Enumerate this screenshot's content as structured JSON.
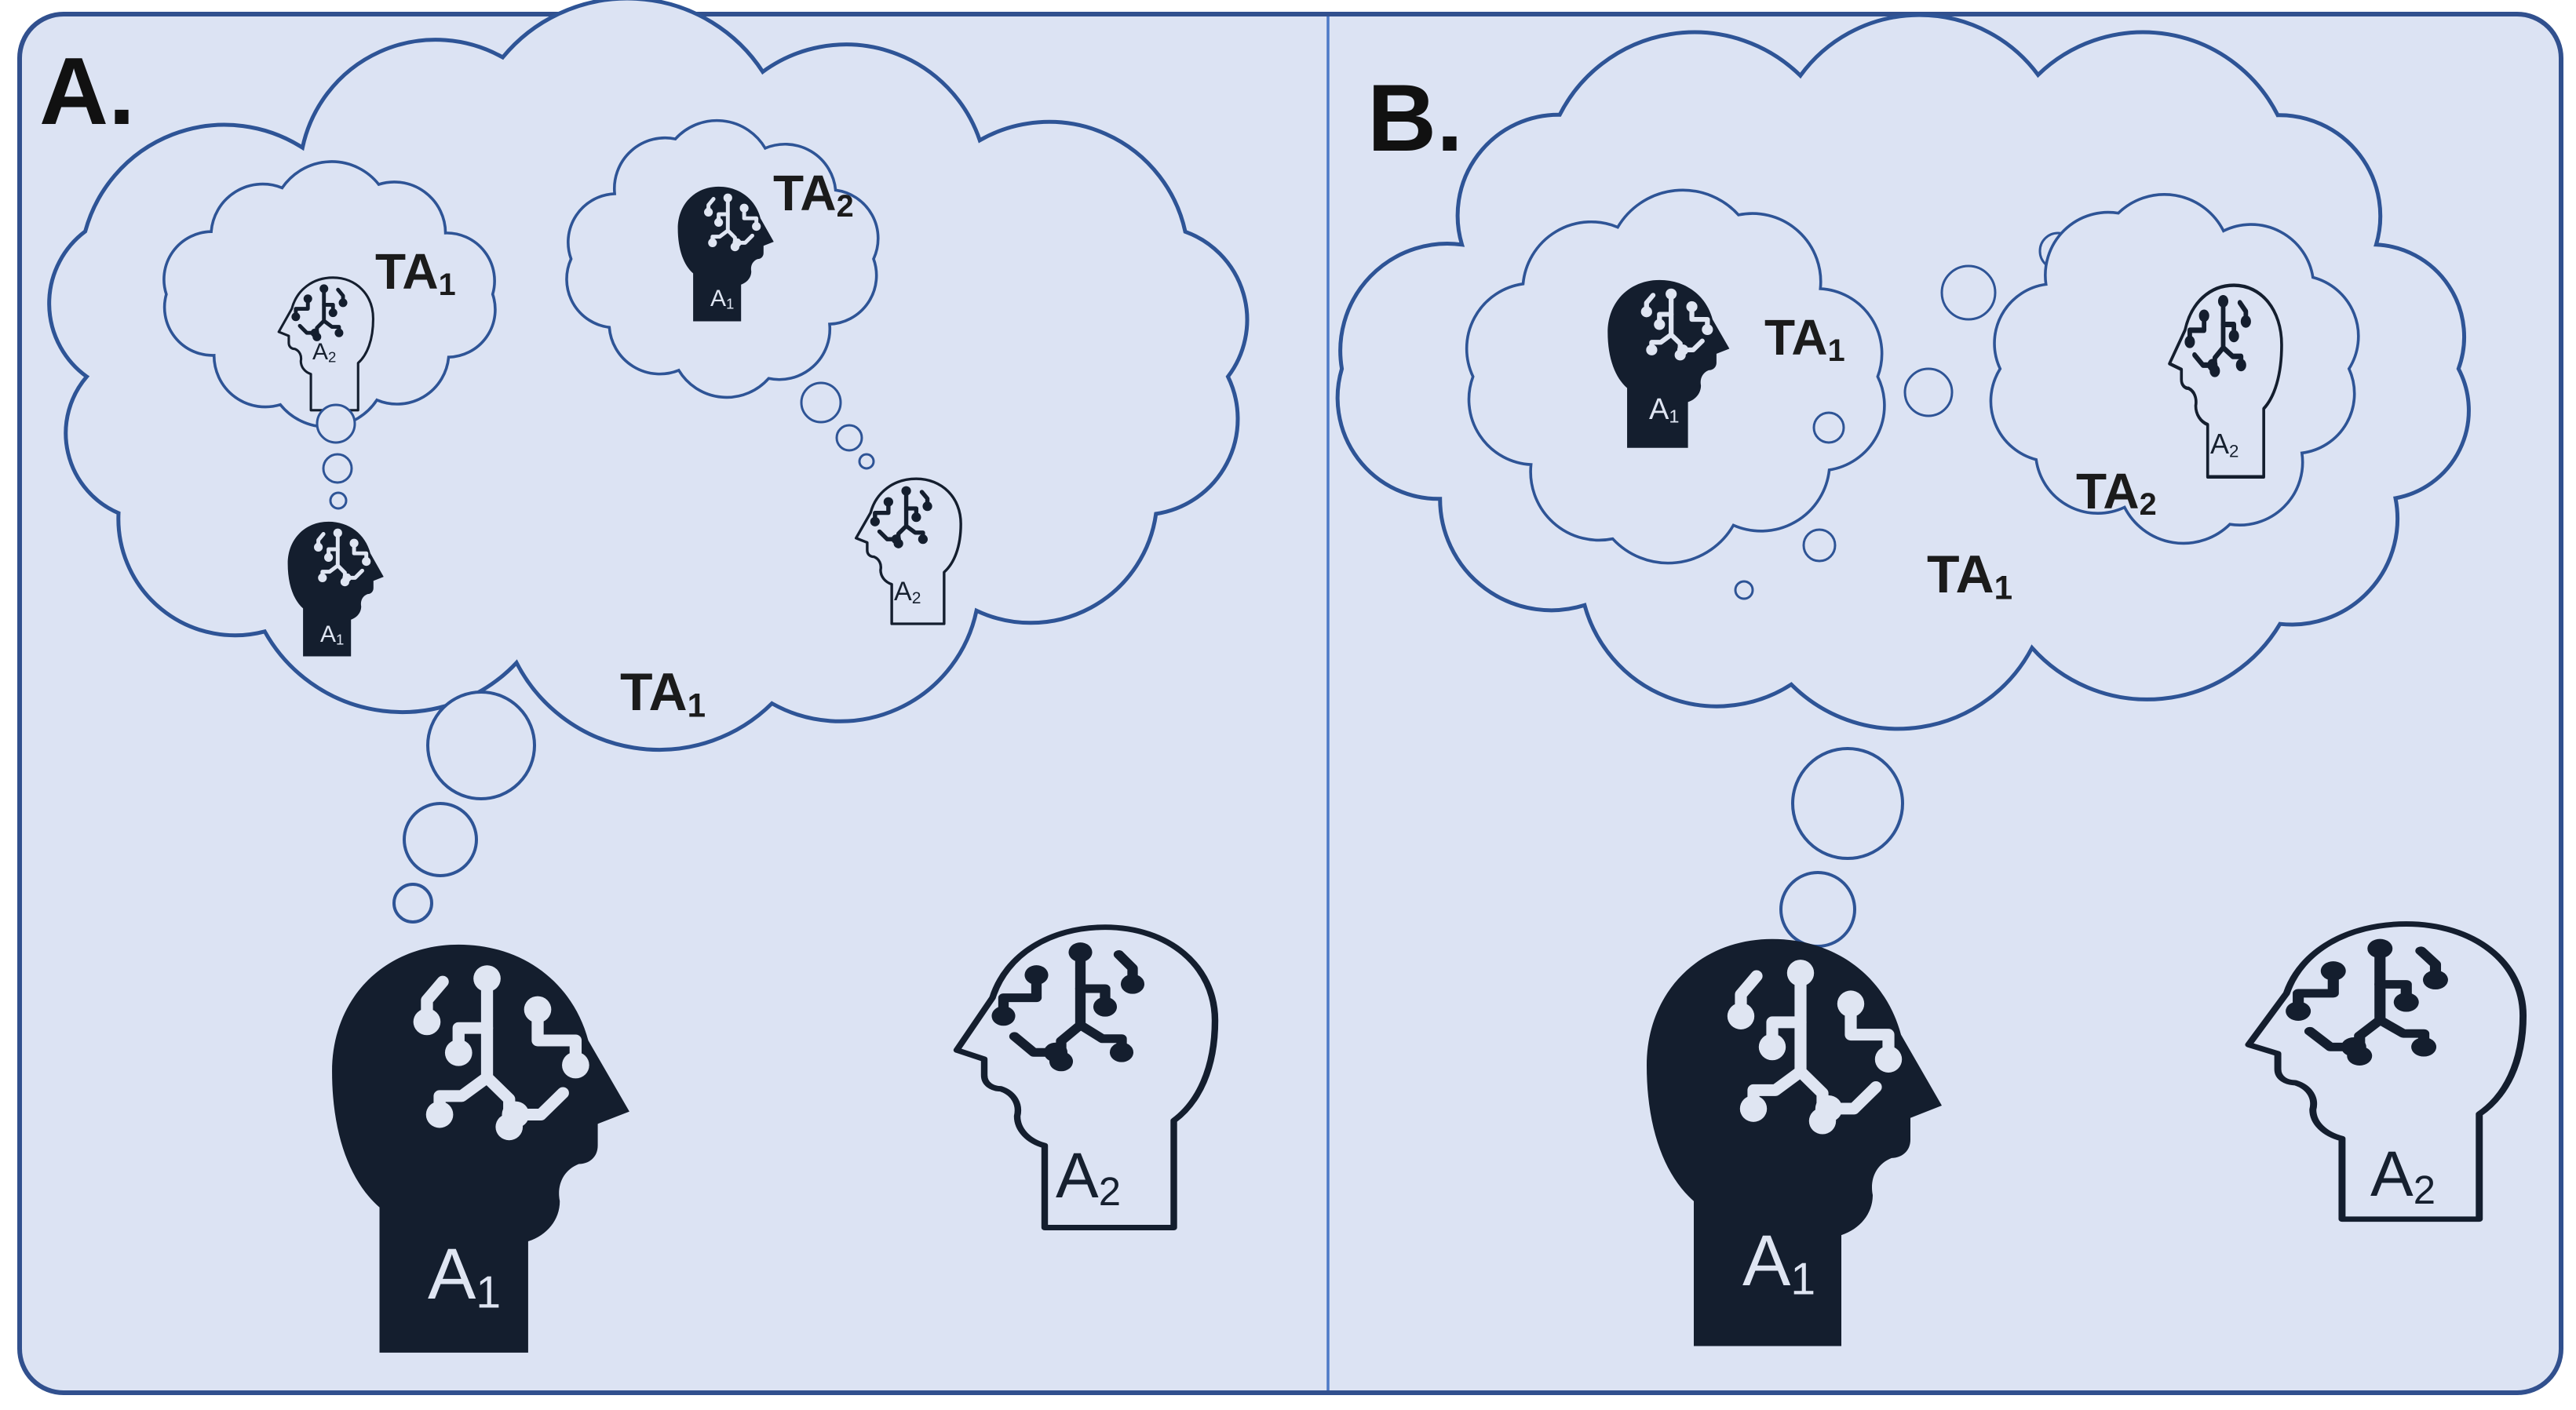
{
  "figure": {
    "colors": {
      "page_background": "#ffffff",
      "panel_fill": "#dce3f3",
      "panel_border": "#31508e",
      "divider": "#4d79c7",
      "cloud_stroke": "#2e5496",
      "head_dark_fill": "#141e2e",
      "light_line": "#dfe5f2",
      "label_text": "#1b1b1b"
    }
  },
  "panel_a": {
    "title": "A.",
    "outer_cloud_label": {
      "base": "TA",
      "sub": "1"
    },
    "nested_left": {
      "cloud_label": {
        "base": "TA",
        "sub": "1"
      },
      "inner_head_label": {
        "base": "A",
        "sub": "2"
      },
      "thinker_head_label": {
        "base": "A",
        "sub": "1"
      }
    },
    "nested_right": {
      "cloud_label": {
        "base": "TA",
        "sub": "2"
      },
      "inner_head_label": {
        "base": "A",
        "sub": "1"
      },
      "thinker_head_label": {
        "base": "A",
        "sub": "2"
      }
    },
    "agent_left_label": {
      "base": "A",
      "sub": "1"
    },
    "agent_right_label": {
      "base": "A",
      "sub": "2"
    }
  },
  "panel_b": {
    "title": "B.",
    "outer_cloud_label": {
      "base": "TA",
      "sub": "1"
    },
    "nested_left": {
      "cloud_label": {
        "base": "TA",
        "sub": "1"
      },
      "inner_head_label": {
        "base": "A",
        "sub": "1"
      }
    },
    "nested_right": {
      "cloud_label": {
        "base": "TA",
        "sub": "2"
      },
      "inner_head_label": {
        "base": "A",
        "sub": "2"
      }
    },
    "agent_left_label": {
      "base": "A",
      "sub": "1"
    },
    "agent_right_label": {
      "base": "A",
      "sub": "2"
    }
  }
}
